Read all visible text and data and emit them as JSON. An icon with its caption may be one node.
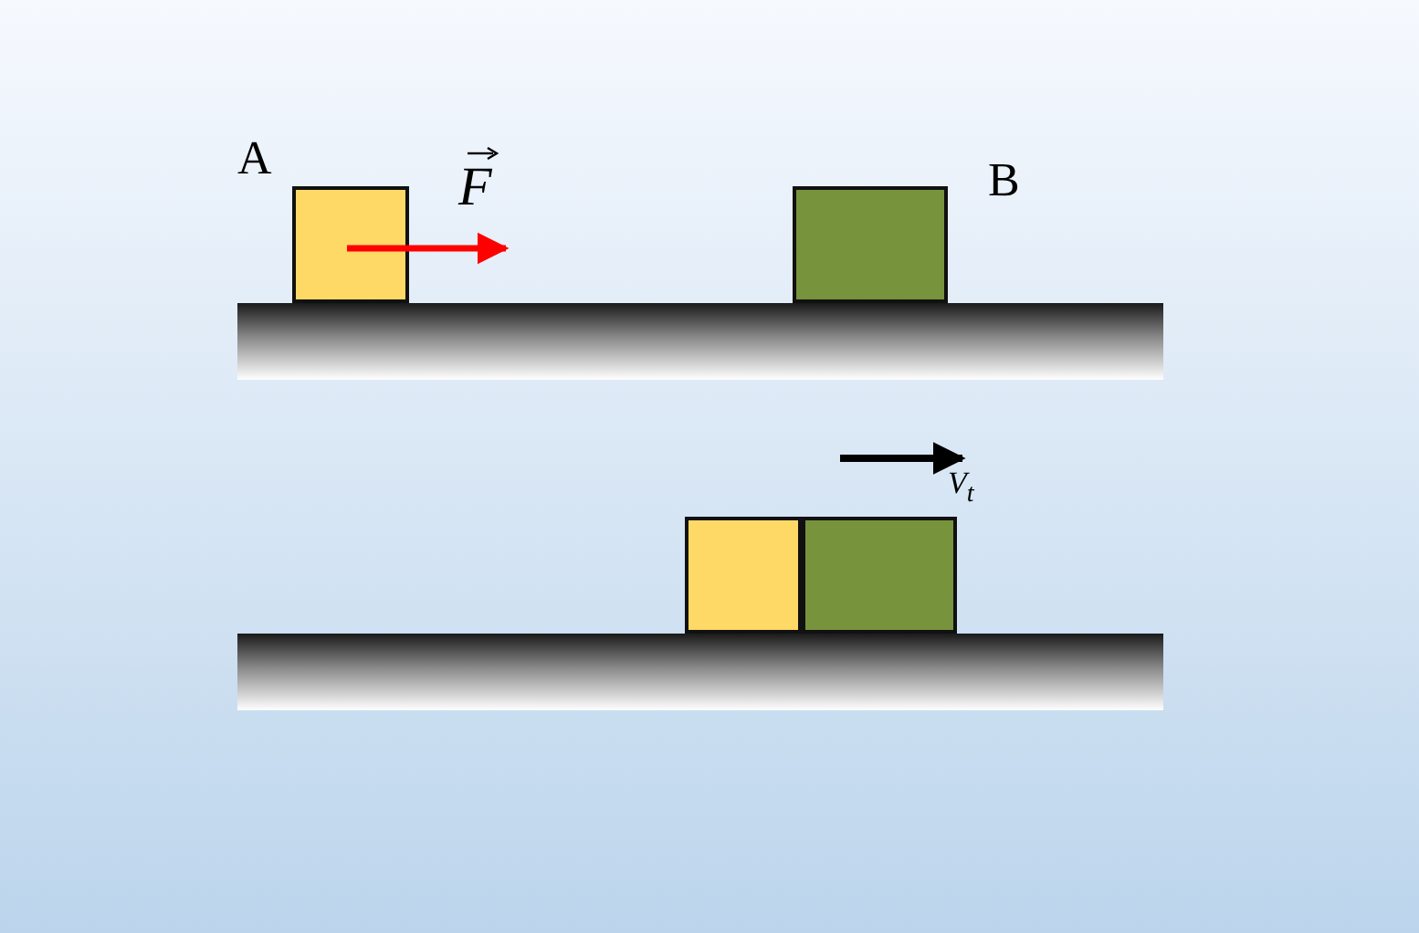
{
  "diagram": {
    "nodes": [
      {
        "text": [],
        "shape": "box",
        "beside": [
          "A"
        ]
      },
      {
        "text": [],
        "shape": "box",
        "beside": [
          "B"
        ]
      },
      {
        "text": [],
        "shape": "box"
      },
      {
        "text": [],
        "shape": "box"
      }
    ],
    "labels": [
      "F",
      "V$_{t}$"
    ]
  }
}
